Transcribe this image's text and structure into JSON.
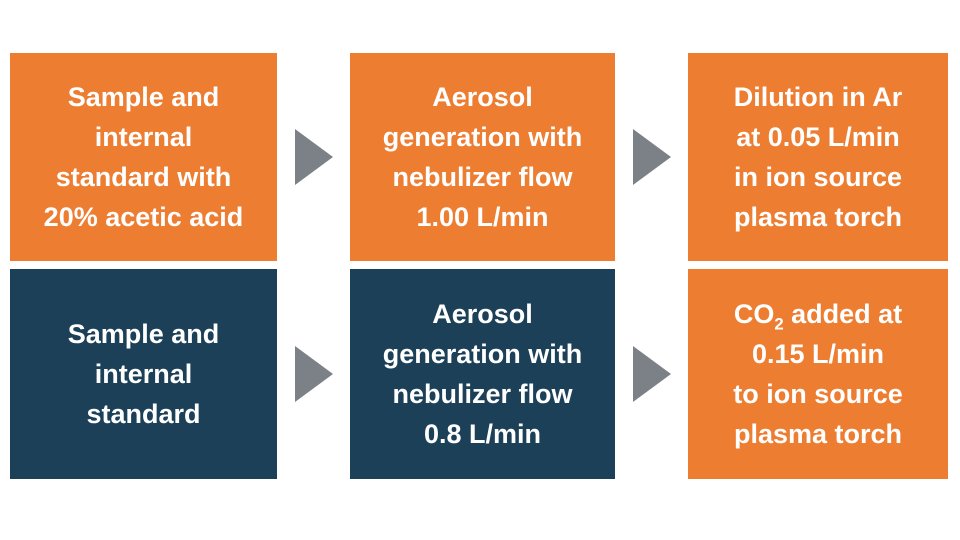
{
  "colors": {
    "orange": "#ED7D31",
    "navy": "#1B4058",
    "arrow": "#7C8087",
    "text": "#FFFFFF",
    "background": "#FFFFFF"
  },
  "diagram": {
    "rows": [
      {
        "name": "method-with-acetic-acid-dilution",
        "boxes": [
          {
            "color": "orange",
            "lines": [
              "Sample and",
              "internal",
              "standard with",
              "20% acetic acid"
            ]
          },
          {
            "color": "orange",
            "lines": [
              "Aerosol",
              "generation with",
              "nebulizer flow",
              "1.00 L/min"
            ]
          },
          {
            "color": "orange",
            "lines": [
              "Dilution in Ar",
              "at 0.05 L/min",
              "in ion source",
              "plasma torch"
            ]
          }
        ]
      },
      {
        "name": "method-with-co2-addition",
        "boxes": [
          {
            "color": "navy",
            "lines": [
              "Sample and",
              "internal",
              "standard"
            ]
          },
          {
            "color": "navy",
            "lines": [
              "Aerosol",
              "generation with",
              "nebulizer flow",
              "0.8 L/min"
            ]
          },
          {
            "color": "orange",
            "lines": [
              [
                {
                  "t": "CO"
                },
                {
                  "t": "2",
                  "sub": true
                },
                {
                  "t": " added at"
                }
              ],
              "0.15 L/min",
              "to ion source",
              "plasma torch"
            ]
          }
        ]
      }
    ]
  }
}
